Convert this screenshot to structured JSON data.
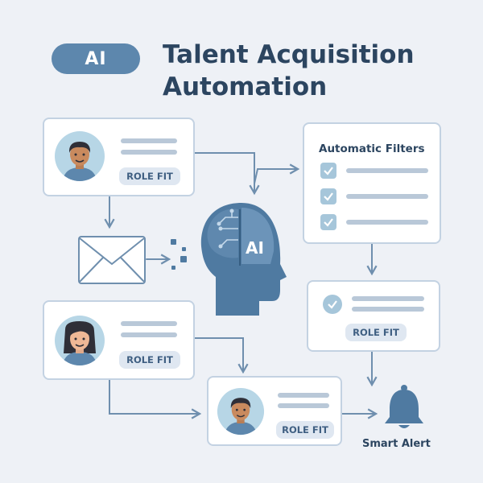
{
  "header": {
    "ai_badge": "AI",
    "title_line1": "Talent Acquisition",
    "title_line2": "Automation"
  },
  "candidates": [
    {
      "badge": "ROLE FIT"
    },
    {
      "badge": "ROLE FIT"
    },
    {
      "badge": "ROLE FIT"
    }
  ],
  "filters": {
    "title": "Automatic Filters",
    "items_checked": [
      true,
      true,
      true
    ]
  },
  "result": {
    "badge": "ROLE FIT"
  },
  "ai_head": {
    "label": "AI"
  },
  "alert": {
    "label": "Smart Alert"
  },
  "colors": {
    "background": "#eef1f6",
    "accent": "#5d87ad",
    "head_dark": "#4f7aa1",
    "head_light": "#6f97bb",
    "title": "#2c4560",
    "card_border": "#c3d2e2",
    "connector": "#6f8fae",
    "check": "#a6c6da"
  },
  "icons": [
    "envelope-icon",
    "ai-head-icon",
    "bell-icon",
    "checkbox-icon",
    "avatar-icon"
  ]
}
